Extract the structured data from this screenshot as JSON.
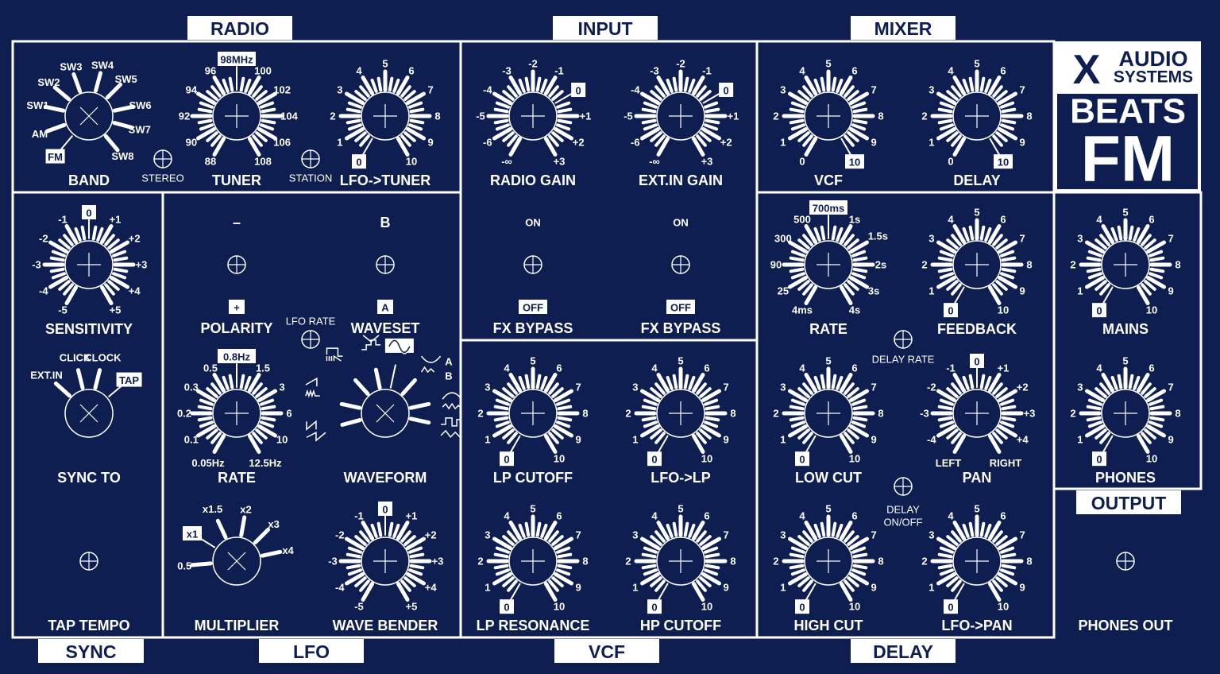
{
  "colors": {
    "panel": "#0e1e50",
    "ink": "#ffffff"
  },
  "tabs": {
    "radio": "RADIO",
    "input": "INPUT",
    "mixer": "MIXER",
    "sync": "SYNC",
    "lfo": "LFO",
    "vcf": "VCF",
    "delay": "DELAY",
    "output": "OUTPUT"
  },
  "logo": {
    "brand_x": "X",
    "brand_audio": "AUDIO",
    "brand_systems": "SYSTEMS",
    "product_line1": "BEATS",
    "product_line2": "FM"
  },
  "knobs": {
    "band": {
      "name": "BAND",
      "ticks": [
        "FM",
        "AM",
        "SW1",
        "SW2",
        "SW3",
        "SW4",
        "SW5",
        "SW6",
        "SW7",
        "SW8"
      ],
      "selected": "FM"
    },
    "tuner": {
      "name": "TUNER",
      "ticks": [
        "88",
        "90",
        "92",
        "94",
        "96",
        "98MHz",
        "100",
        "102",
        "104",
        "106",
        "108"
      ],
      "selected": "98MHz"
    },
    "lfo_tuner": {
      "name": "LFO->TUNER",
      "ticks": [
        "0",
        "1",
        "2",
        "3",
        "4",
        "5",
        "6",
        "7",
        "8",
        "9",
        "10"
      ],
      "selected": "0"
    },
    "radio_gain": {
      "name": "RADIO GAIN",
      "ticks": [
        "-∞",
        "-6",
        "-5",
        "-4",
        "-3",
        "-2",
        "-1",
        "0",
        "+1",
        "+2",
        "+3"
      ],
      "selected": "0"
    },
    "ext_in_gain": {
      "name": "EXT.IN GAIN",
      "ticks": [
        "-∞",
        "-6",
        "-5",
        "-4",
        "-3",
        "-2",
        "-1",
        "0",
        "+1",
        "+2",
        "+3"
      ],
      "selected": "0"
    },
    "mixer_vcf": {
      "name": "VCF",
      "ticks": [
        "0",
        "1",
        "2",
        "3",
        "4",
        "5",
        "6",
        "7",
        "8",
        "9",
        "10"
      ],
      "selected": "10"
    },
    "mixer_delay": {
      "name": "DELAY",
      "ticks": [
        "0",
        "1",
        "2",
        "3",
        "4",
        "5",
        "6",
        "7",
        "8",
        "9",
        "10"
      ],
      "selected": "10"
    },
    "sensitivity": {
      "name": "SENSITIVITY",
      "ticks": [
        "-5",
        "-4",
        "-3",
        "-2",
        "-1",
        "0",
        "+1",
        "+2",
        "+3",
        "+4",
        "+5"
      ],
      "selected": "0"
    },
    "sync_to": {
      "name": "SYNC TO",
      "ticks": [
        "EXT.IN",
        "CLICK",
        "CLOCK",
        "TAP"
      ],
      "selected": "TAP"
    },
    "lfo_rate": {
      "name": "RATE",
      "ticks": [
        "0.05Hz",
        "0.1",
        "0.2",
        "0.3",
        "0.5",
        "0.8Hz",
        "1.5",
        "3",
        "6",
        "10",
        "12.5Hz"
      ],
      "selected": "0.8Hz"
    },
    "waveform": {
      "name": "WAVEFORM",
      "ticks": [
        "saw-down-wave-icon",
        "ramp-wave-icon",
        "square-pwm-wave-icon",
        "triangle-step-wave-icon",
        "sine-wave-icon",
        "wave-a-b-icon",
        "arch-noise-wave-icon",
        "random-step-wave-icon"
      ],
      "selected": "sine-wave-icon",
      "tick_letters": [
        "A",
        "B"
      ]
    },
    "multiplier": {
      "name": "MULTIPLIER",
      "ticks": [
        "0.5",
        "x1",
        "x1.5",
        "x2",
        "x3",
        "x4"
      ],
      "selected": "x1"
    },
    "wave_bender": {
      "name": "WAVE BENDER",
      "ticks": [
        "-5",
        "-4",
        "-3",
        "-2",
        "-1",
        "0",
        "+1",
        "+2",
        "+3",
        "+4",
        "+5"
      ],
      "selected": "0"
    },
    "lp_cutoff": {
      "name": "LP CUTOFF",
      "ticks": [
        "0",
        "1",
        "2",
        "3",
        "4",
        "5",
        "6",
        "7",
        "8",
        "9",
        "10"
      ],
      "selected": "0"
    },
    "lfo_lp": {
      "name": "LFO->LP",
      "ticks": [
        "0",
        "1",
        "2",
        "3",
        "4",
        "5",
        "6",
        "7",
        "8",
        "9",
        "10"
      ],
      "selected": "0"
    },
    "lp_resonance": {
      "name": "LP RESONANCE",
      "ticks": [
        "0",
        "1",
        "2",
        "3",
        "4",
        "5",
        "6",
        "7",
        "8",
        "9",
        "10"
      ],
      "selected": "0"
    },
    "hp_cutoff": {
      "name": "HP CUTOFF",
      "ticks": [
        "0",
        "1",
        "2",
        "3",
        "4",
        "5",
        "6",
        "7",
        "8",
        "9",
        "10"
      ],
      "selected": "0"
    },
    "delay_rate": {
      "name": "RATE",
      "ticks": [
        "4ms",
        "25",
        "90",
        "300",
        "500",
        "700ms",
        "1s",
        "1.5s",
        "2s",
        "3s",
        "4s"
      ],
      "selected": "700ms"
    },
    "feedback": {
      "name": "FEEDBACK",
      "ticks": [
        "0",
        "1",
        "2",
        "3",
        "4",
        "5",
        "6",
        "7",
        "8",
        "9",
        "10"
      ],
      "selected": "0"
    },
    "low_cut": {
      "name": "LOW CUT",
      "ticks": [
        "0",
        "1",
        "2",
        "3",
        "4",
        "5",
        "6",
        "7",
        "8",
        "9",
        "10"
      ],
      "selected": "0"
    },
    "pan": {
      "name": "PAN",
      "ticks": [
        "LEFT",
        "-4",
        "-3",
        "-2",
        "-1",
        "0",
        "+1",
        "+2",
        "+3",
        "+4",
        "RIGHT"
      ],
      "selected": "0"
    },
    "high_cut": {
      "name": "HIGH CUT",
      "ticks": [
        "0",
        "1",
        "2",
        "3",
        "4",
        "5",
        "6",
        "7",
        "8",
        "9",
        "10"
      ],
      "selected": "0"
    },
    "lfo_pan": {
      "name": "LFO->PAN",
      "ticks": [
        "0",
        "1",
        "2",
        "3",
        "4",
        "5",
        "6",
        "7",
        "8",
        "9",
        "10"
      ],
      "selected": "0"
    },
    "mains": {
      "name": "MAINS",
      "ticks": [
        "0",
        "1",
        "2",
        "3",
        "4",
        "5",
        "6",
        "7",
        "8",
        "9",
        "10"
      ],
      "selected": "0"
    },
    "phones": {
      "name": "PHONES",
      "ticks": [
        "0",
        "1",
        "2",
        "3",
        "4",
        "5",
        "6",
        "7",
        "8",
        "9",
        "10"
      ],
      "selected": "0"
    }
  },
  "jacks": {
    "stereo": [
      "STEREO"
    ],
    "station": [
      "STATION"
    ],
    "lfo_rate": [
      "LFO RATE"
    ],
    "delay_rate": [
      "DELAY RATE"
    ],
    "delay_onoff": [
      "DELAY",
      "ON/OFF"
    ],
    "tap_tempo": [
      "TAP TEMPO"
    ],
    "phones_out": [
      "PHONES OUT"
    ]
  },
  "switches": {
    "polarity": {
      "name": "POLARITY",
      "up": "–",
      "down": "+",
      "selected": "+"
    },
    "waveset": {
      "name": "WAVESET",
      "up": "B",
      "down": "A",
      "selected": "A"
    },
    "fx_bypass_radio": {
      "name": "FX BYPASS",
      "up": "ON",
      "down": "OFF",
      "selected": "OFF"
    },
    "fx_bypass_ext": {
      "name": "FX BYPASS",
      "up": "ON",
      "down": "OFF",
      "selected": "OFF"
    }
  }
}
